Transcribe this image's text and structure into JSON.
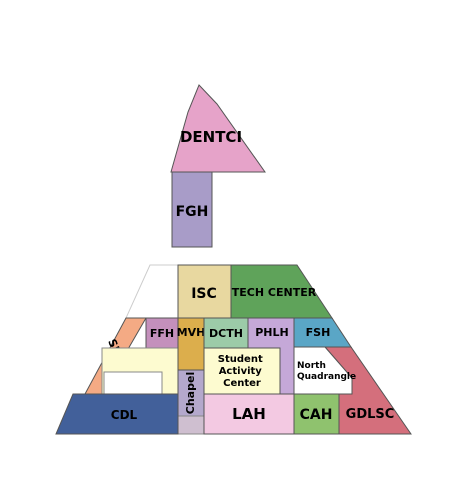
{
  "map": {
    "buildings": [
      {
        "id": "dentci",
        "label": "DENTCI",
        "color": "#e6a3c9"
      },
      {
        "id": "fgh",
        "label": "FGH",
        "color": "#a89cc8"
      },
      {
        "id": "isc",
        "label": "ISC",
        "color": "#e8d8a0"
      },
      {
        "id": "tech_center",
        "label": "TECH CENTER",
        "color": "#5fa35a"
      },
      {
        "id": "ffh",
        "label": "FFH",
        "color": "#c490bc"
      },
      {
        "id": "mvh",
        "label": "MVH",
        "color": "#dcae4c"
      },
      {
        "id": "dcth",
        "label": "DCTH",
        "color": "#9ccba8"
      },
      {
        "id": "phlh",
        "label": "PHLH",
        "color": "#c5a8d8"
      },
      {
        "id": "fsh",
        "label": "FSH",
        "color": "#5aa6c6"
      },
      {
        "id": "sdvh",
        "label": "SDVH",
        "color": "#f4aa84"
      },
      {
        "id": "student_activity_center",
        "label_lines": [
          "Student",
          "Activity",
          "Center"
        ],
        "color": "#fdfbd0"
      },
      {
        "id": "north_quadrangle",
        "label_lines": [
          "North",
          "Quadrangle"
        ],
        "color": "#ffffff"
      },
      {
        "id": "chapel",
        "label": "Chapel",
        "color": "#b4a8cc"
      },
      {
        "id": "cdl",
        "label": "CDL",
        "color": "#42609a"
      },
      {
        "id": "lah",
        "label": "LAH",
        "color": "#f3c9e2"
      },
      {
        "id": "cah",
        "label": "CAH",
        "color": "#8fc26e"
      },
      {
        "id": "gdlsc",
        "label": "GDLSC",
        "color": "#d46f7c"
      }
    ],
    "areas": {
      "upper_left_open": "#ffffff",
      "lower_left_open": "#fdfbd0",
      "below_chapel": "#cfbfd0"
    }
  }
}
